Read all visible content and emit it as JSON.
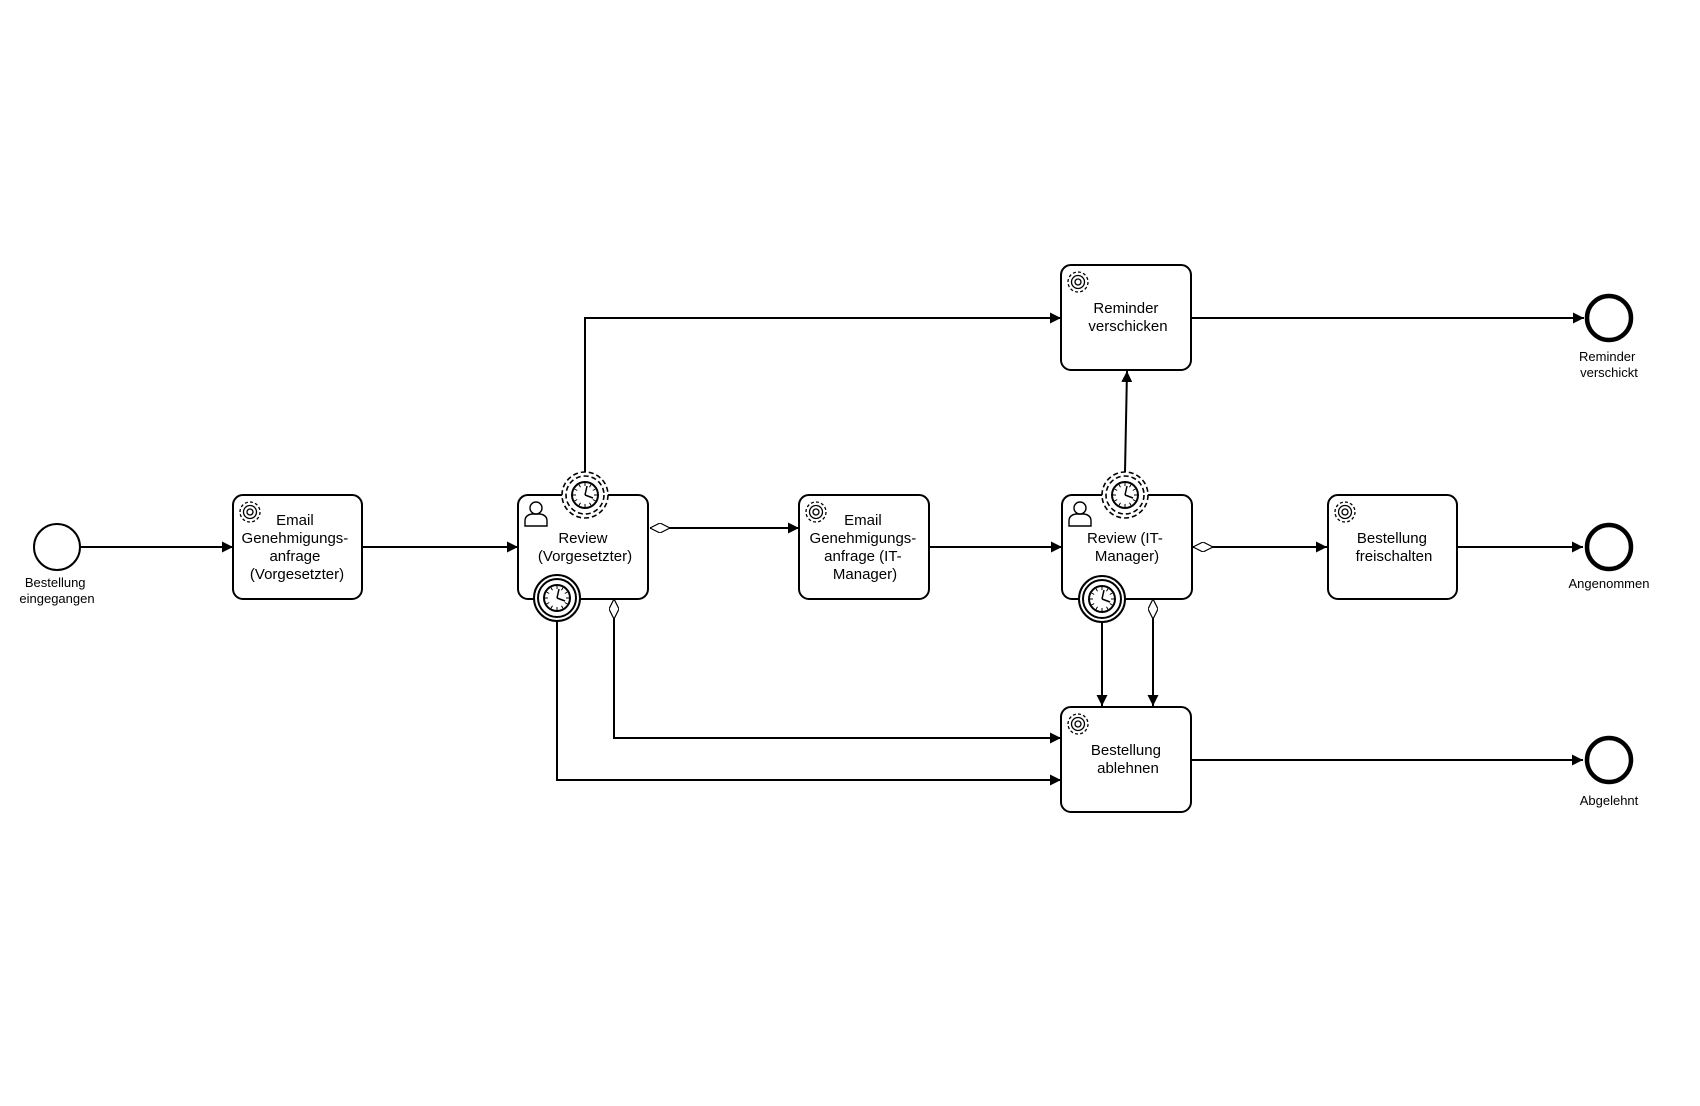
{
  "tasks": {
    "email_vorgesetzter": {
      "lines": [
        "Email",
        "Genehmigungs-",
        "anfrage",
        "(Vorgesetzter)"
      ],
      "kind": "service"
    },
    "review_vorgesetzter": {
      "lines": [
        "Review",
        "(Vorgesetzter)"
      ],
      "kind": "user"
    },
    "email_itmanager": {
      "lines": [
        "Email",
        "Genehmigungs-",
        "anfrage (IT-",
        "Manager)"
      ],
      "kind": "service"
    },
    "review_itmanager": {
      "lines": [
        "Review (IT-",
        "Manager)"
      ],
      "kind": "user"
    },
    "reminder": {
      "lines": [
        "Reminder",
        "verschicken"
      ],
      "kind": "service"
    },
    "freischalten": {
      "lines": [
        "Bestellung",
        "freischalten"
      ],
      "kind": "service"
    },
    "ablehnen": {
      "lines": [
        "Bestellung",
        "ablehnen"
      ],
      "kind": "service"
    }
  },
  "events": {
    "start": {
      "lines": [
        "Bestellung",
        "eingegangen"
      ],
      "kind": "start"
    },
    "end_reminder": {
      "lines": [
        "Reminder",
        "verschickt"
      ],
      "kind": "end"
    },
    "end_angenommen": {
      "lines": [
        "Angenommen"
      ],
      "kind": "end"
    },
    "end_abgelehnt": {
      "lines": [
        "Abgelehnt"
      ],
      "kind": "end"
    }
  },
  "boundary_timers": {
    "rv_top": {
      "attached_to": "review_vorgesetzter",
      "interrupting": false
    },
    "rv_bottom": {
      "attached_to": "review_vorgesetzter",
      "interrupting": true
    },
    "ri_top": {
      "attached_to": "review_itmanager",
      "interrupting": false
    },
    "ri_bottom": {
      "attached_to": "review_itmanager",
      "interrupting": true
    }
  },
  "flows": [
    {
      "from": "start",
      "to": "email_vorgesetzter"
    },
    {
      "from": "email_vorgesetzter",
      "to": "review_vorgesetzter"
    },
    {
      "from": "review_vorgesetzter",
      "to": "email_itmanager",
      "conditional": true
    },
    {
      "from": "email_itmanager",
      "to": "review_itmanager"
    },
    {
      "from": "review_itmanager",
      "to": "freischalten",
      "conditional": true
    },
    {
      "from": "freischalten",
      "to": "end_angenommen"
    },
    {
      "from": "rv_top",
      "to": "reminder"
    },
    {
      "from": "ri_top",
      "to": "reminder"
    },
    {
      "from": "reminder",
      "to": "end_reminder"
    },
    {
      "from": "review_vorgesetzter",
      "to": "ablehnen",
      "conditional": true
    },
    {
      "from": "rv_bottom",
      "to": "ablehnen"
    },
    {
      "from": "ri_bottom",
      "to": "ablehnen"
    },
    {
      "from": "review_itmanager",
      "to": "ablehnen",
      "conditional": true
    },
    {
      "from": "ablehnen",
      "to": "end_abgelehnt"
    }
  ]
}
